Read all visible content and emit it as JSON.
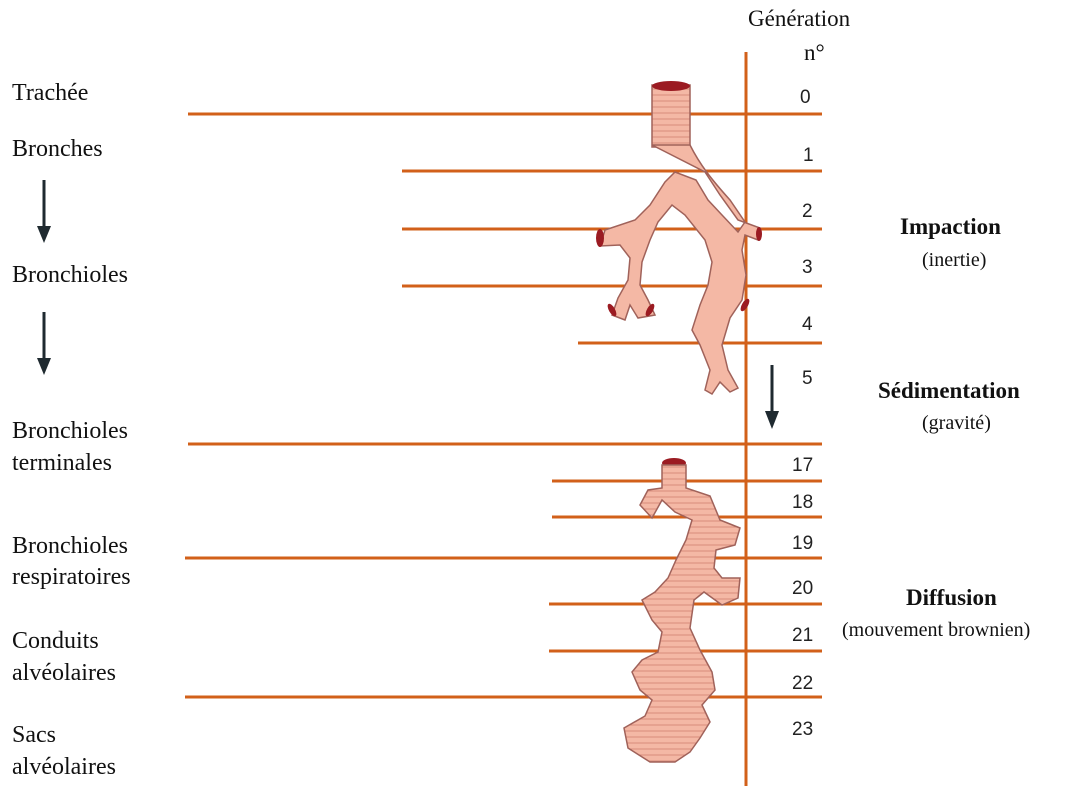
{
  "header": {
    "generation": "Génération",
    "number": "n°"
  },
  "levels": [
    {
      "label": "Trachée"
    },
    {
      "label": "Bronches"
    },
    {
      "label": "Bronchioles"
    },
    {
      "label_line1": "Bronchioles",
      "label_line2": "terminales"
    },
    {
      "label_line1": "Bronchioles",
      "label_line2": "respiratoires"
    },
    {
      "label_line1": "Conduits",
      "label_line2": "alvéolaires"
    },
    {
      "label_line1": "Sacs",
      "label_line2": "alvéolaires"
    }
  ],
  "generations": [
    "0",
    "1",
    "2",
    "3",
    "4",
    "5",
    "17",
    "18",
    "19",
    "20",
    "21",
    "22",
    "23"
  ],
  "mechanisms": [
    {
      "title": "Impaction",
      "subtitle": "(inertie)"
    },
    {
      "title": "Sédimentation",
      "subtitle": "(gravité)"
    },
    {
      "title": "Diffusion",
      "subtitle": "(mouvement brownien)"
    }
  ],
  "colors": {
    "line": "#d2601a",
    "airway_fill": "#f4b8a5",
    "airway_stroke": "#a0625a",
    "airway_lumen": "#9b1b22",
    "arrow": "#1f2a30"
  }
}
